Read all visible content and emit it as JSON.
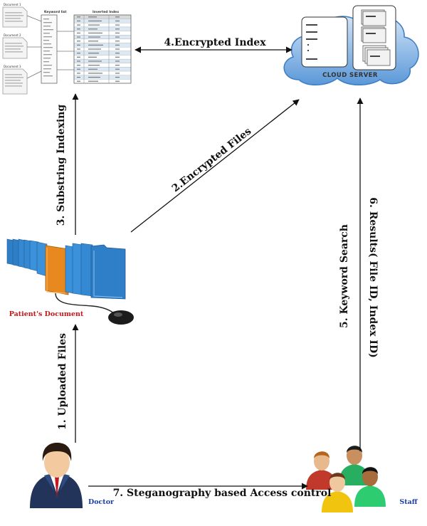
{
  "flow_labels": {
    "step1": "1. Uploaded Files",
    "step2": "2.Encrypted Files",
    "step3": "3. Substring Indexing",
    "step4": "4.Encrypted Index",
    "step5": "5. Keyword Search",
    "step6": "6. Results( File ID, Index ID)",
    "step7": "7. Steganography based Access control"
  },
  "nodes": {
    "cloud_server": "Cloud Server",
    "patients_document": "Patient's Document",
    "doctor": "Doctor",
    "staff": "Staff"
  },
  "documents": [
    "Document 1",
    "Document 2",
    "Document 3"
  ],
  "keyword_list_title": "Keyword list",
  "inverted_index_title": "Inverted Index",
  "colors": {
    "cloud": "#4f8fd6",
    "cloud_light": "#a9ccef",
    "folder_blue": "#2f7fc8",
    "folder_orange": "#e8891f",
    "label_red": "#c0181b",
    "label_blue": "#1b3fa8"
  }
}
